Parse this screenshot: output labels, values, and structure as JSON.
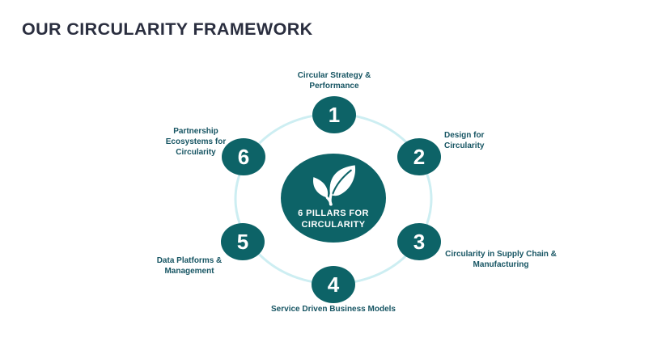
{
  "page": {
    "title": "OUR CIRCULARITY FRAMEWORK"
  },
  "colors": {
    "teal": "#0d6367",
    "label_teal": "#175563",
    "ring_cyan": "#cdeef2",
    "title_navy": "#2a2e3f",
    "white": "#ffffff"
  },
  "diagram": {
    "center": {
      "icon": "leaf-icon",
      "label": "6 PILLARS FOR CIRCULARITY"
    },
    "pillars": [
      {
        "number": "1",
        "label": "Circular Strategy & Performance",
        "position": "top"
      },
      {
        "number": "2",
        "label": "Design for Circularity",
        "position": "top-right"
      },
      {
        "number": "3",
        "label": "Circularity in Supply Chain & Manufacturing",
        "position": "bottom-right"
      },
      {
        "number": "4",
        "label": "Service Driven Business Models",
        "position": "bottom"
      },
      {
        "number": "5",
        "label": "Data Platforms & Management",
        "position": "bottom-left"
      },
      {
        "number": "6",
        "label": "Partnership Ecosystems for Circularity",
        "position": "top-left"
      }
    ]
  }
}
